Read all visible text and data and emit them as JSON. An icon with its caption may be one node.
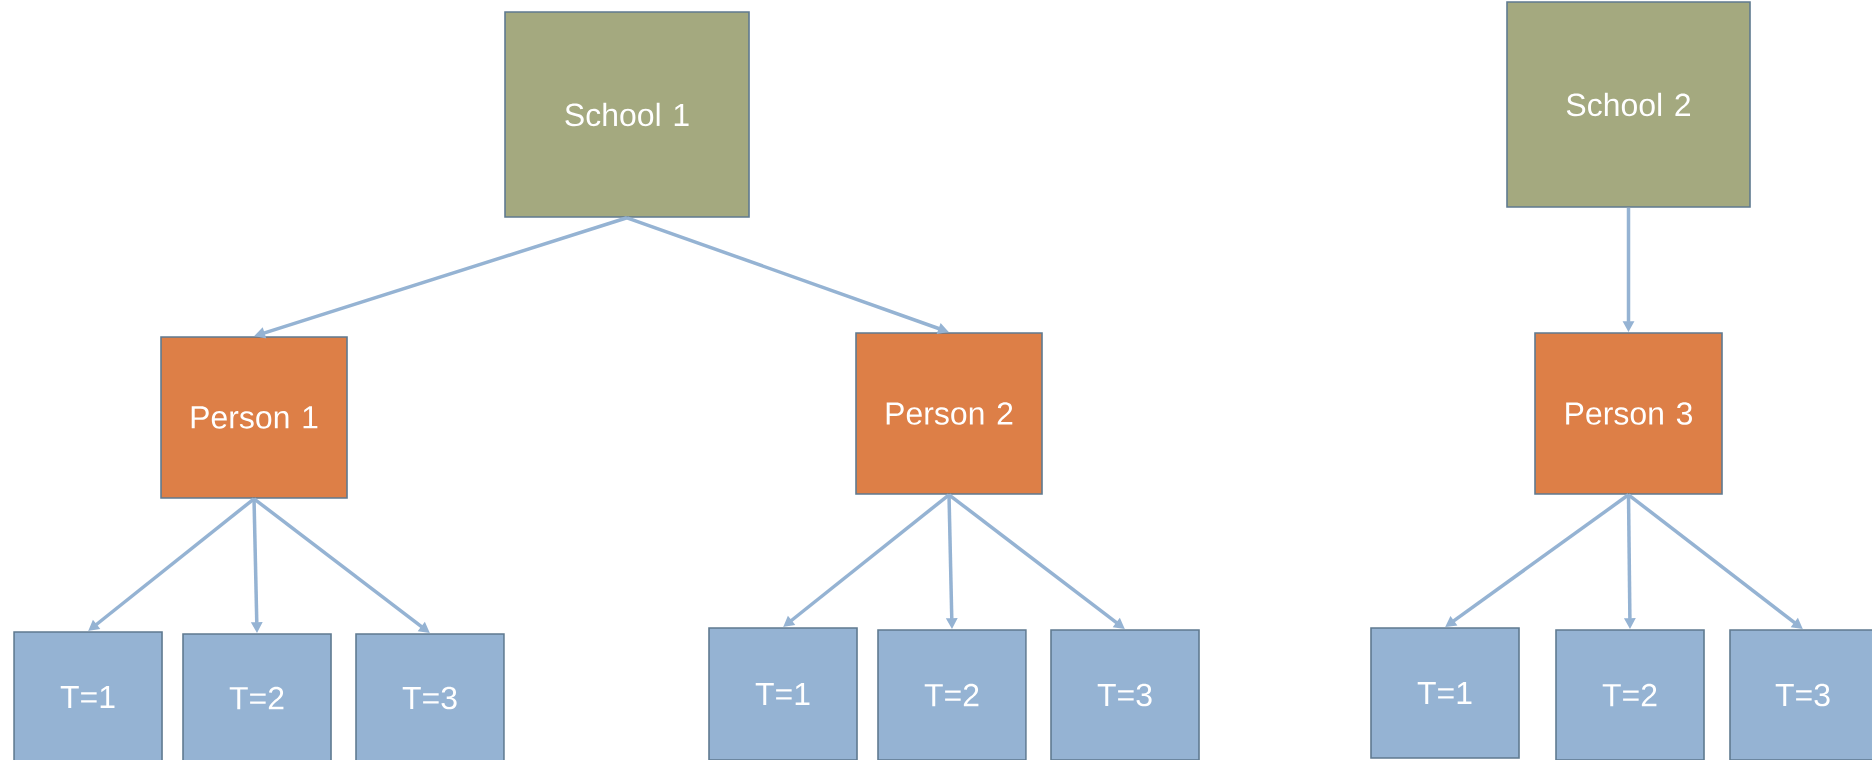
{
  "diagram": {
    "nodes": [
      {
        "text": [
          "School 1"
        ]
      },
      {
        "text": [
          "School 2"
        ]
      },
      {
        "text": [
          "Person 1"
        ]
      },
      {
        "text": [
          "Person 2"
        ]
      },
      {
        "text": [
          "Person 3"
        ]
      },
      {
        "text": [
          "T=1"
        ]
      },
      {
        "text": [
          "T=2"
        ]
      },
      {
        "text": [
          "T=3"
        ]
      },
      {
        "text": [
          "T=1"
        ]
      },
      {
        "text": [
          "T=2"
        ]
      },
      {
        "text": [
          "T=3"
        ]
      },
      {
        "text": [
          "T=1"
        ]
      },
      {
        "text": [
          "T=2"
        ]
      },
      {
        "text": [
          "T=3"
        ]
      }
    ],
    "edges": [
      {
        "from": 0,
        "to": 2,
        "arrow": "to"
      },
      {
        "from": 0,
        "to": 3,
        "arrow": "to"
      },
      {
        "from": 1,
        "to": 4,
        "arrow": "to"
      },
      {
        "from": 2,
        "to": 5,
        "arrow": "to"
      },
      {
        "from": 2,
        "to": 6,
        "arrow": "to"
      },
      {
        "from": 2,
        "to": 7,
        "arrow": "to"
      },
      {
        "from": 3,
        "to": 8,
        "arrow": "to"
      },
      {
        "from": 3,
        "to": 9,
        "arrow": "to"
      },
      {
        "from": 3,
        "to": 10,
        "arrow": "to"
      },
      {
        "from": 4,
        "to": 11,
        "arrow": "to"
      },
      {
        "from": 4,
        "to": 12,
        "arrow": "to"
      },
      {
        "from": 4,
        "to": 13,
        "arrow": "to"
      }
    ]
  }
}
